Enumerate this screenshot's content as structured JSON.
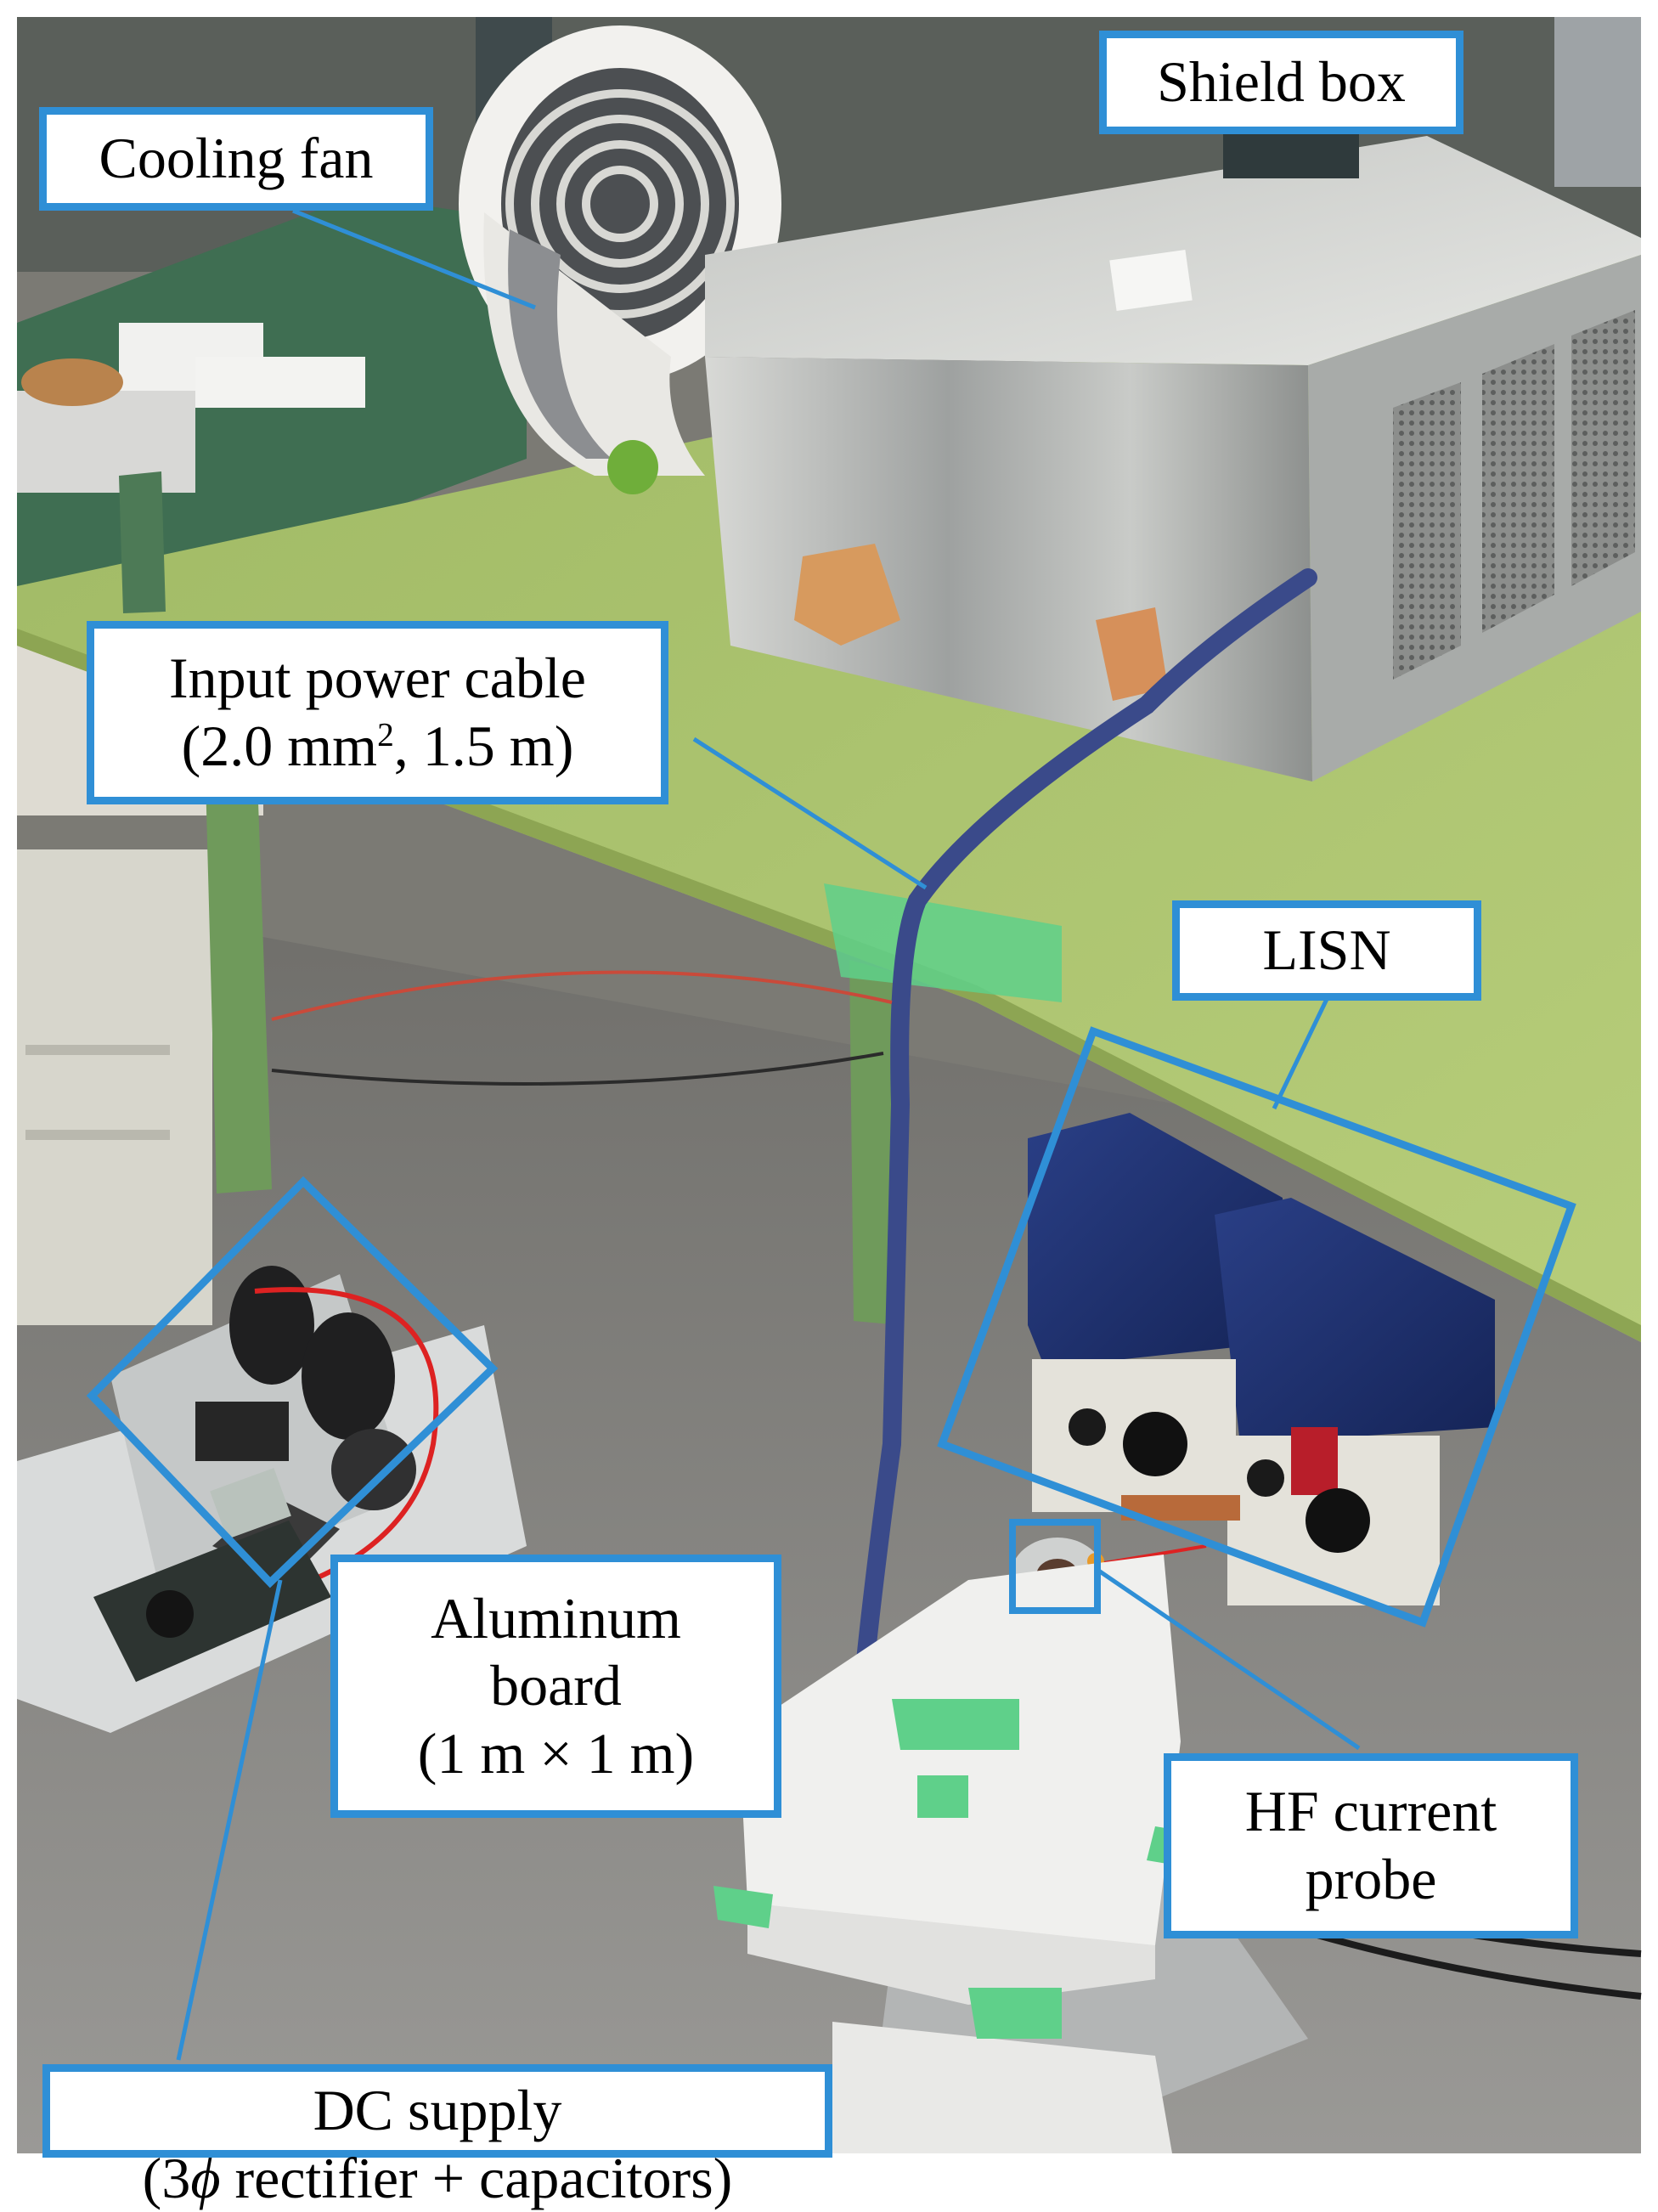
{
  "labels": {
    "cooling_fan": {
      "text": "Cooling  fan"
    },
    "shield_box": {
      "text": "Shield box"
    },
    "input_cable": {
      "line1": "Input  power  cable",
      "line2_pre": "(2.0  mm",
      "line2_sup": "2",
      "line2_post": ",  1.5  m)"
    },
    "lisn": {
      "text": "LISN"
    },
    "aluminum_board": {
      "line1": "Aluminum",
      "line2": "board",
      "line3": "(1  m  ×  1  m)"
    },
    "hf_probe": {
      "line1": "HF  current",
      "line2": "probe"
    },
    "dc_supply": {
      "line1": "DC  supply",
      "line2_pre": "(3",
      "line2_phi": "ϕ",
      "line2_post": "  rectifier  +  capacitors)"
    }
  },
  "colors": {
    "label_border": "#2f8fd6",
    "leader_line": "#2f8fd6",
    "table_green": "#a8c26a",
    "steel": "#b9bcbf",
    "floor": "#8f8f8d",
    "lisn_blue": "#1d2f6b",
    "cable_blue": "#3a4a8a",
    "tape_green": "#5fd08a"
  }
}
